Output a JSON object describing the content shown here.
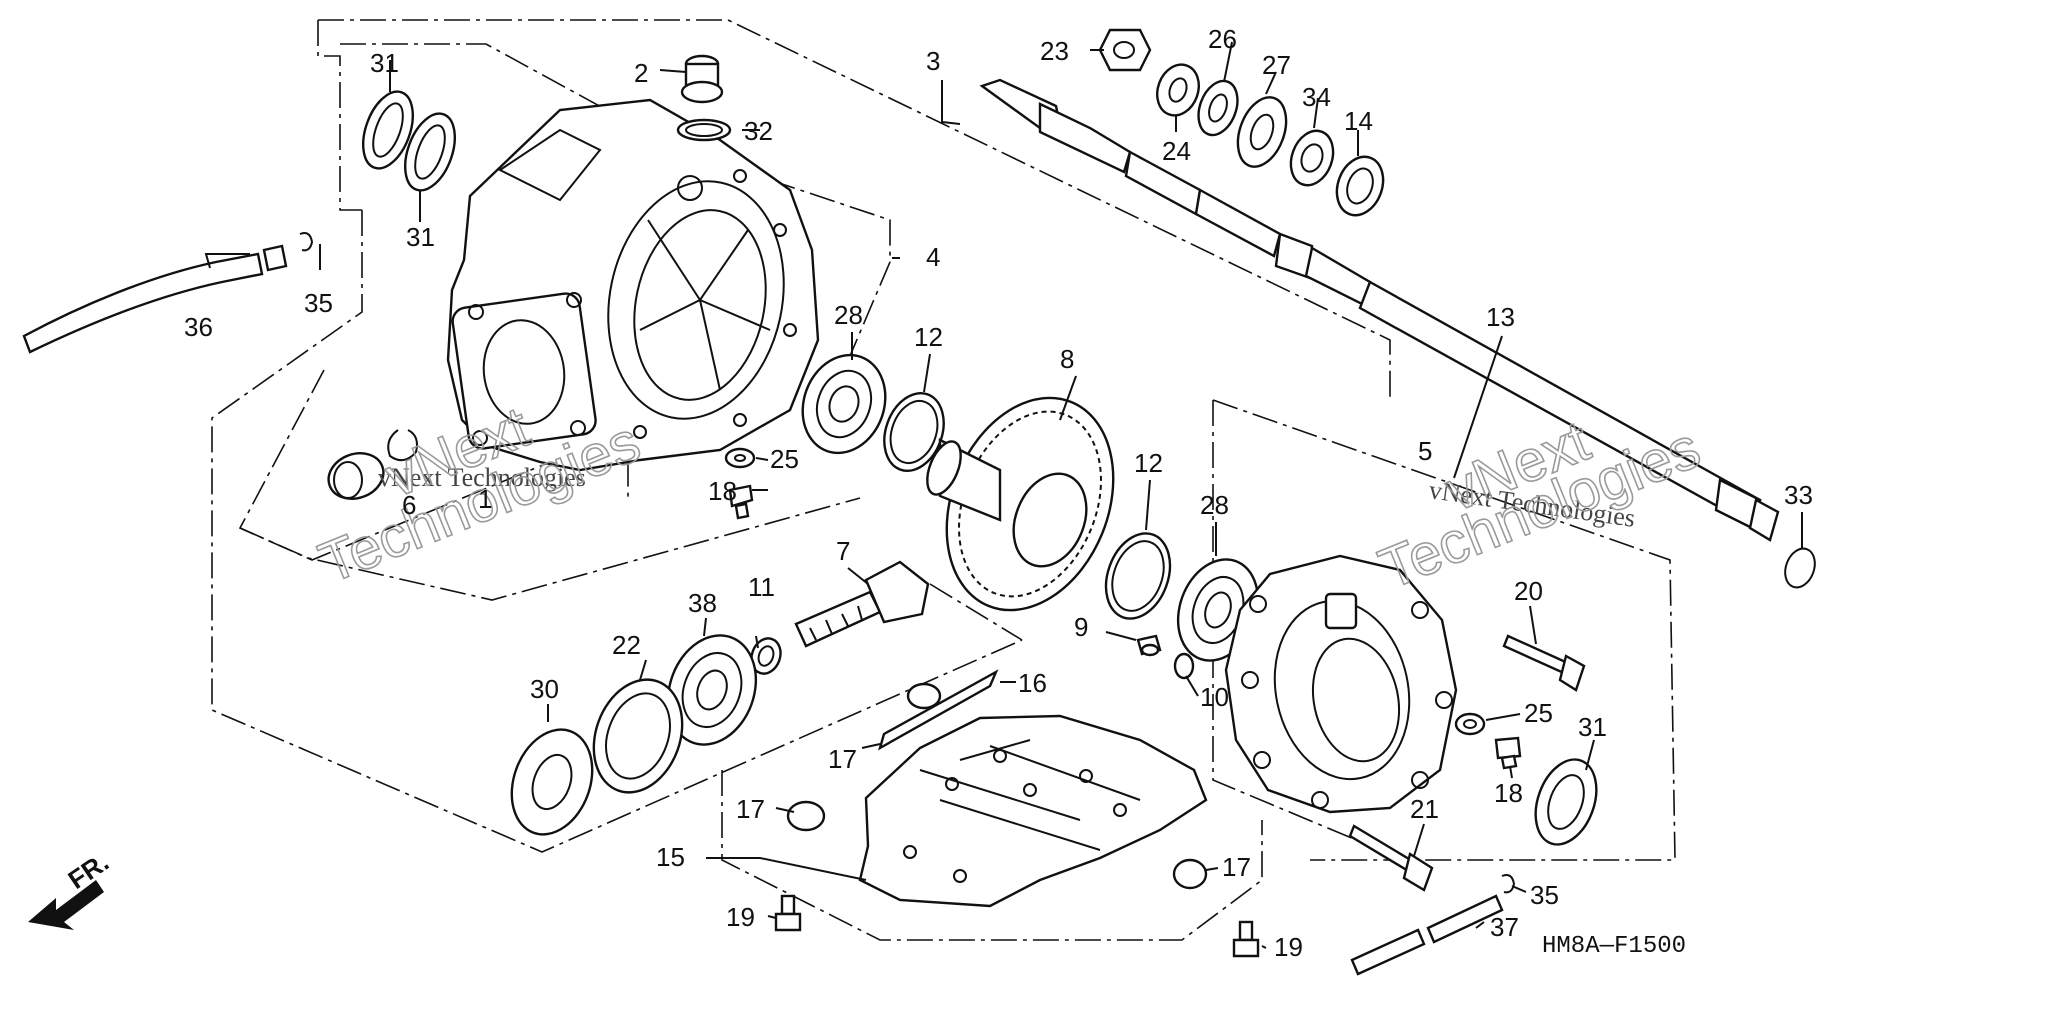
{
  "diagram_code": "HM8A—F1500",
  "direction_label": "FR.",
  "watermark_line": "vNext Technologies",
  "watermark_big_1": "vNext",
  "watermark_big_2": "Technologies",
  "callouts": {
    "c1": "1",
    "c2": "2",
    "c3": "3",
    "c4": "4",
    "c5": "5",
    "c6": "6",
    "c7": "7",
    "c8": "8",
    "c9": "9",
    "c10": "10",
    "c11": "11",
    "c12a": "12",
    "c12b": "12",
    "c13": "13",
    "c14": "14",
    "c15": "15",
    "c16": "16",
    "c17a": "17",
    "c17b": "17",
    "c17c": "17",
    "c18a": "18",
    "c18b": "18",
    "c19a": "19",
    "c19b": "19",
    "c20": "20",
    "c21": "21",
    "c22": "22",
    "c23": "23",
    "c24": "24",
    "c25a": "25",
    "c25b": "25",
    "c26": "26",
    "c27": "27",
    "c28a": "28",
    "c28b": "28",
    "c30": "30",
    "c31a": "31",
    "c31b": "31",
    "c31c": "31",
    "c32": "32",
    "c33": "33",
    "c34": "34",
    "c35a": "35",
    "c35b": "35",
    "c36": "36",
    "c37": "37",
    "c38": "38"
  }
}
